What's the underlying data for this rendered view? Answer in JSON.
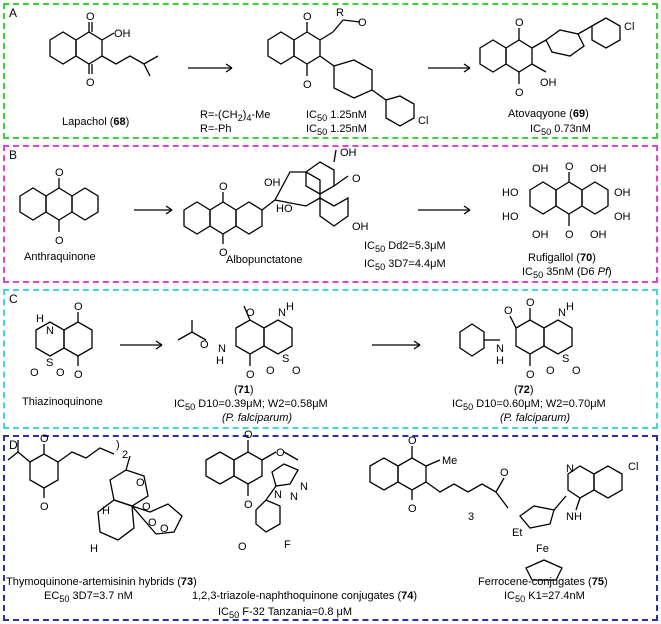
{
  "panels": {
    "a": {
      "letter": "A",
      "lapachol_name": "Lapachol (",
      "lapachol_num": "68",
      "lapachol_close": ")",
      "r_label": "R",
      "r_line1": "R=-(CH",
      "r_line1_sub": "2",
      "r_line1_rest": ")",
      "r_line1_sub2": "4",
      "r_line1_end": "-Me",
      "r_line2": "R=-Ph",
      "ic1_pre": "IC",
      "ic1_sub": "50",
      "ic1_val": " 1.25nM",
      "ic2_pre": "IC",
      "ic2_sub": "50",
      "ic2_val": " 1.25nM",
      "cl_label": "Cl",
      "cl2_label": "Cl",
      "oh_label": "OH",
      "oh2_label": "OH",
      "atova_name": "Atovaqyone (",
      "atova_num": "69",
      "atova_close": ")",
      "atova_ic_pre": "IC",
      "atova_ic_sub": "50",
      "atova_ic_val": " 0.73nM"
    },
    "b": {
      "letter": "B",
      "anthraquinone": "Anthraquinone",
      "albopunctatone": "Albopunctatone",
      "ic1_pre": "IC",
      "ic1_sub": "50",
      "ic1_val": " Dd2=5.3μM",
      "ic2_pre": "IC",
      "ic2_sub": "50",
      "ic2_val": " 3D7=4.4μM",
      "ho_label": "HO",
      "rufigallol_name": "Rufigallol (",
      "rufigallol_num": "70",
      "rufigallol_close": ")",
      "rufi_ic_pre": "IC",
      "rufi_ic_sub": "50",
      "rufi_ic_val": " 35nM (D6 ",
      "rufi_ic_italic": "Pf",
      "rufi_ic_end": ")"
    },
    "c": {
      "letter": "C",
      "thiazinoquinone": "Thiazinoquinone",
      "comp71_open": "(",
      "comp71_num": "71",
      "comp71_close": ")",
      "comp71_ic_pre": "IC",
      "comp71_ic_sub": "50",
      "comp71_ic_val": " D10=0.39μM; W2=0.58μM",
      "comp71_species": "(P. falciparum)",
      "comp72_open": "(",
      "comp72_num": "72",
      "comp72_close": ")",
      "comp72_ic_pre": "IC",
      "comp72_ic_sub": "50",
      "comp72_ic_val": " D10=0.60μM; W2=0.70μM",
      "comp72_species": "(P. falciparum)"
    },
    "d": {
      "letter": "D",
      "thymo_name": "Thymoquinone-artemisinin hybrids (",
      "thymo_num": "73",
      "thymo_close": ")",
      "thymo_ec_pre": "EC",
      "thymo_ec_sub": "50",
      "thymo_ec_val": " 3D7=3.7 nM",
      "triazole_name": "1,2,3-triazole-naphthoquinone conjugates (",
      "triazole_num": "74",
      "triazole_close": ")",
      "triazole_ic_pre": "IC",
      "triazole_ic_sub": "50",
      "triazole_ic_val": " F-32 Tanzania=0.8 μM",
      "ferro_name": "Ferrocene-conjugates (",
      "ferro_num": "75",
      "ferro_close": ")",
      "ferro_ic_pre": "IC",
      "ferro_ic_sub": "50",
      "ferro_ic_val": " K1=27.4nM",
      "me_label": "Me",
      "et_label": "Et",
      "fe_label": "Fe",
      "f_label": "F",
      "cl_label": "Cl",
      "nh_label": "NH"
    }
  },
  "colors": {
    "panel_a": "#3ad23a",
    "panel_b": "#e040d8",
    "panel_c": "#3fd6dc",
    "panel_d": "#2430b0"
  }
}
